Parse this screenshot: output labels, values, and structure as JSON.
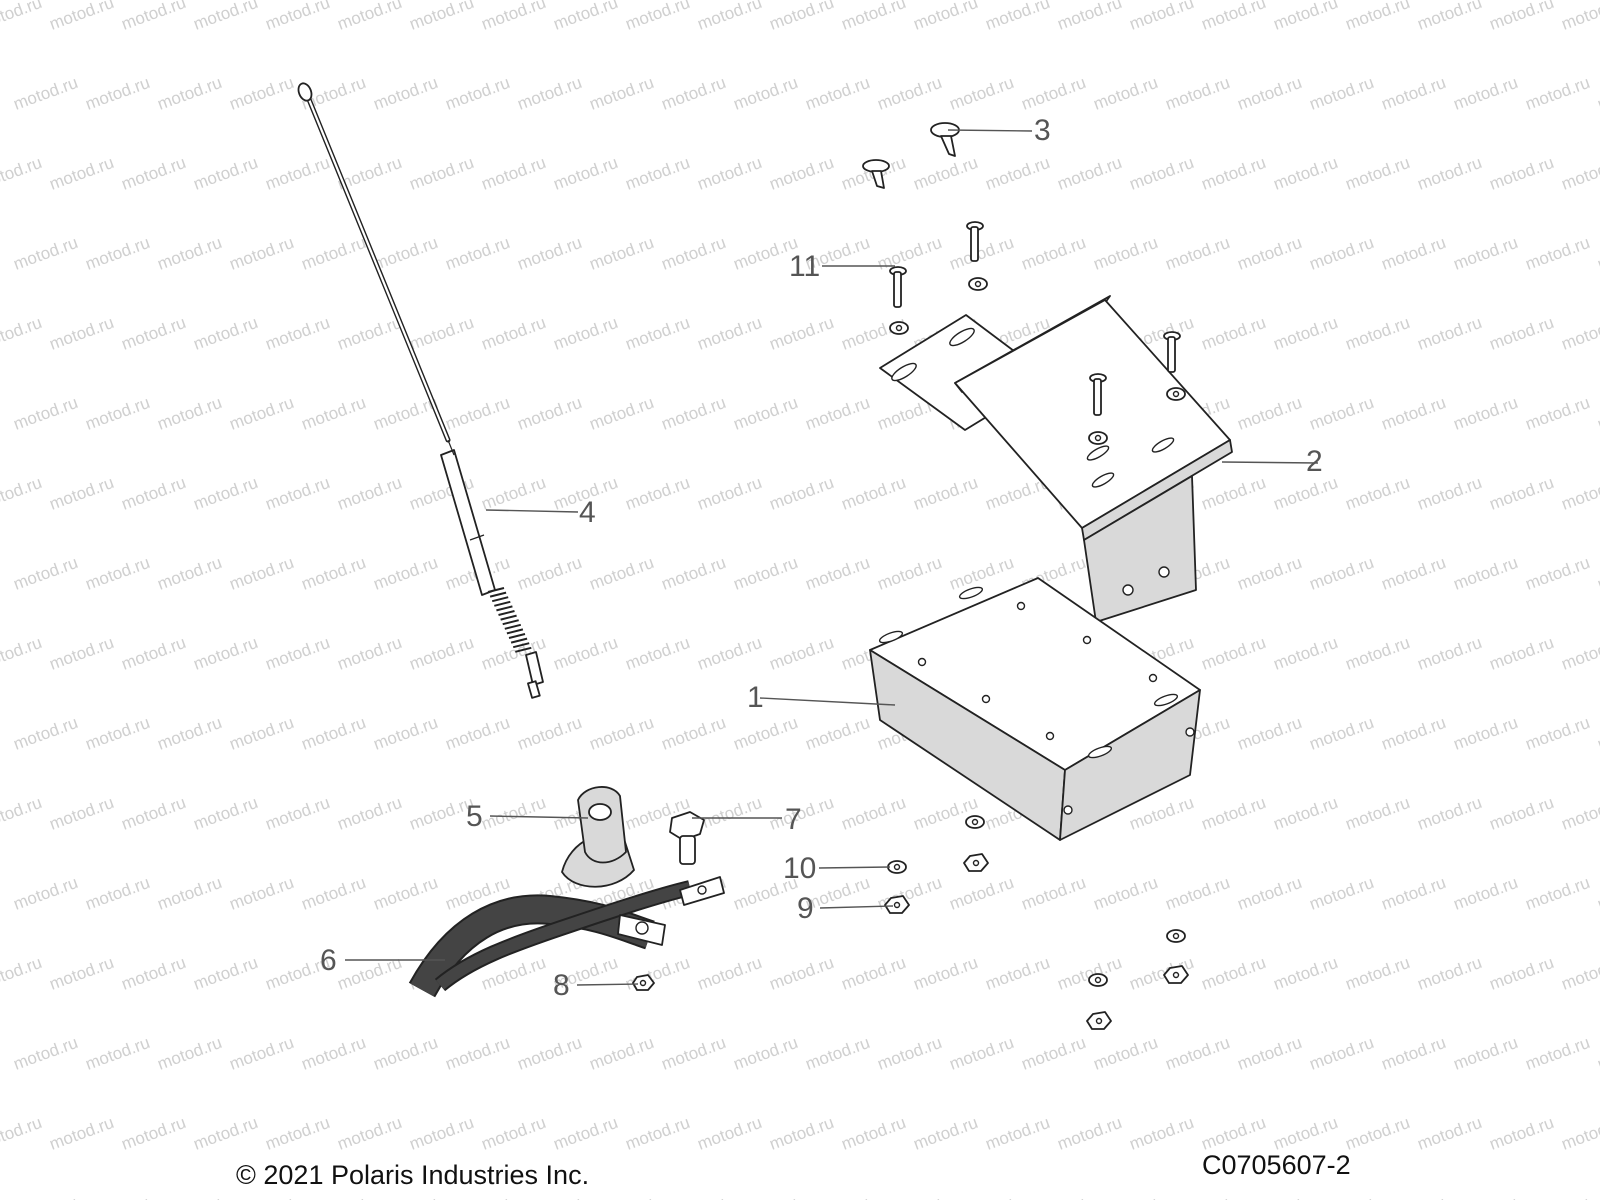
{
  "watermark": "motod.ru",
  "callouts": [
    {
      "id": "1",
      "label": "1"
    },
    {
      "id": "2",
      "label": "2"
    },
    {
      "id": "3",
      "label": "3"
    },
    {
      "id": "4",
      "label": "4"
    },
    {
      "id": "5",
      "label": "5"
    },
    {
      "id": "6",
      "label": "6"
    },
    {
      "id": "7",
      "label": "7"
    },
    {
      "id": "8",
      "label": "8"
    },
    {
      "id": "9",
      "label": "9"
    },
    {
      "id": "10",
      "label": "10"
    },
    {
      "id": "11",
      "label": "11"
    }
  ],
  "footer": {
    "copyright": "© 2021 Polaris Industries Inc.",
    "drawing_number": "C0705607-2"
  },
  "colors": {
    "line": "#222222",
    "callout": "#555555",
    "watermark": "#cfcfcf"
  }
}
